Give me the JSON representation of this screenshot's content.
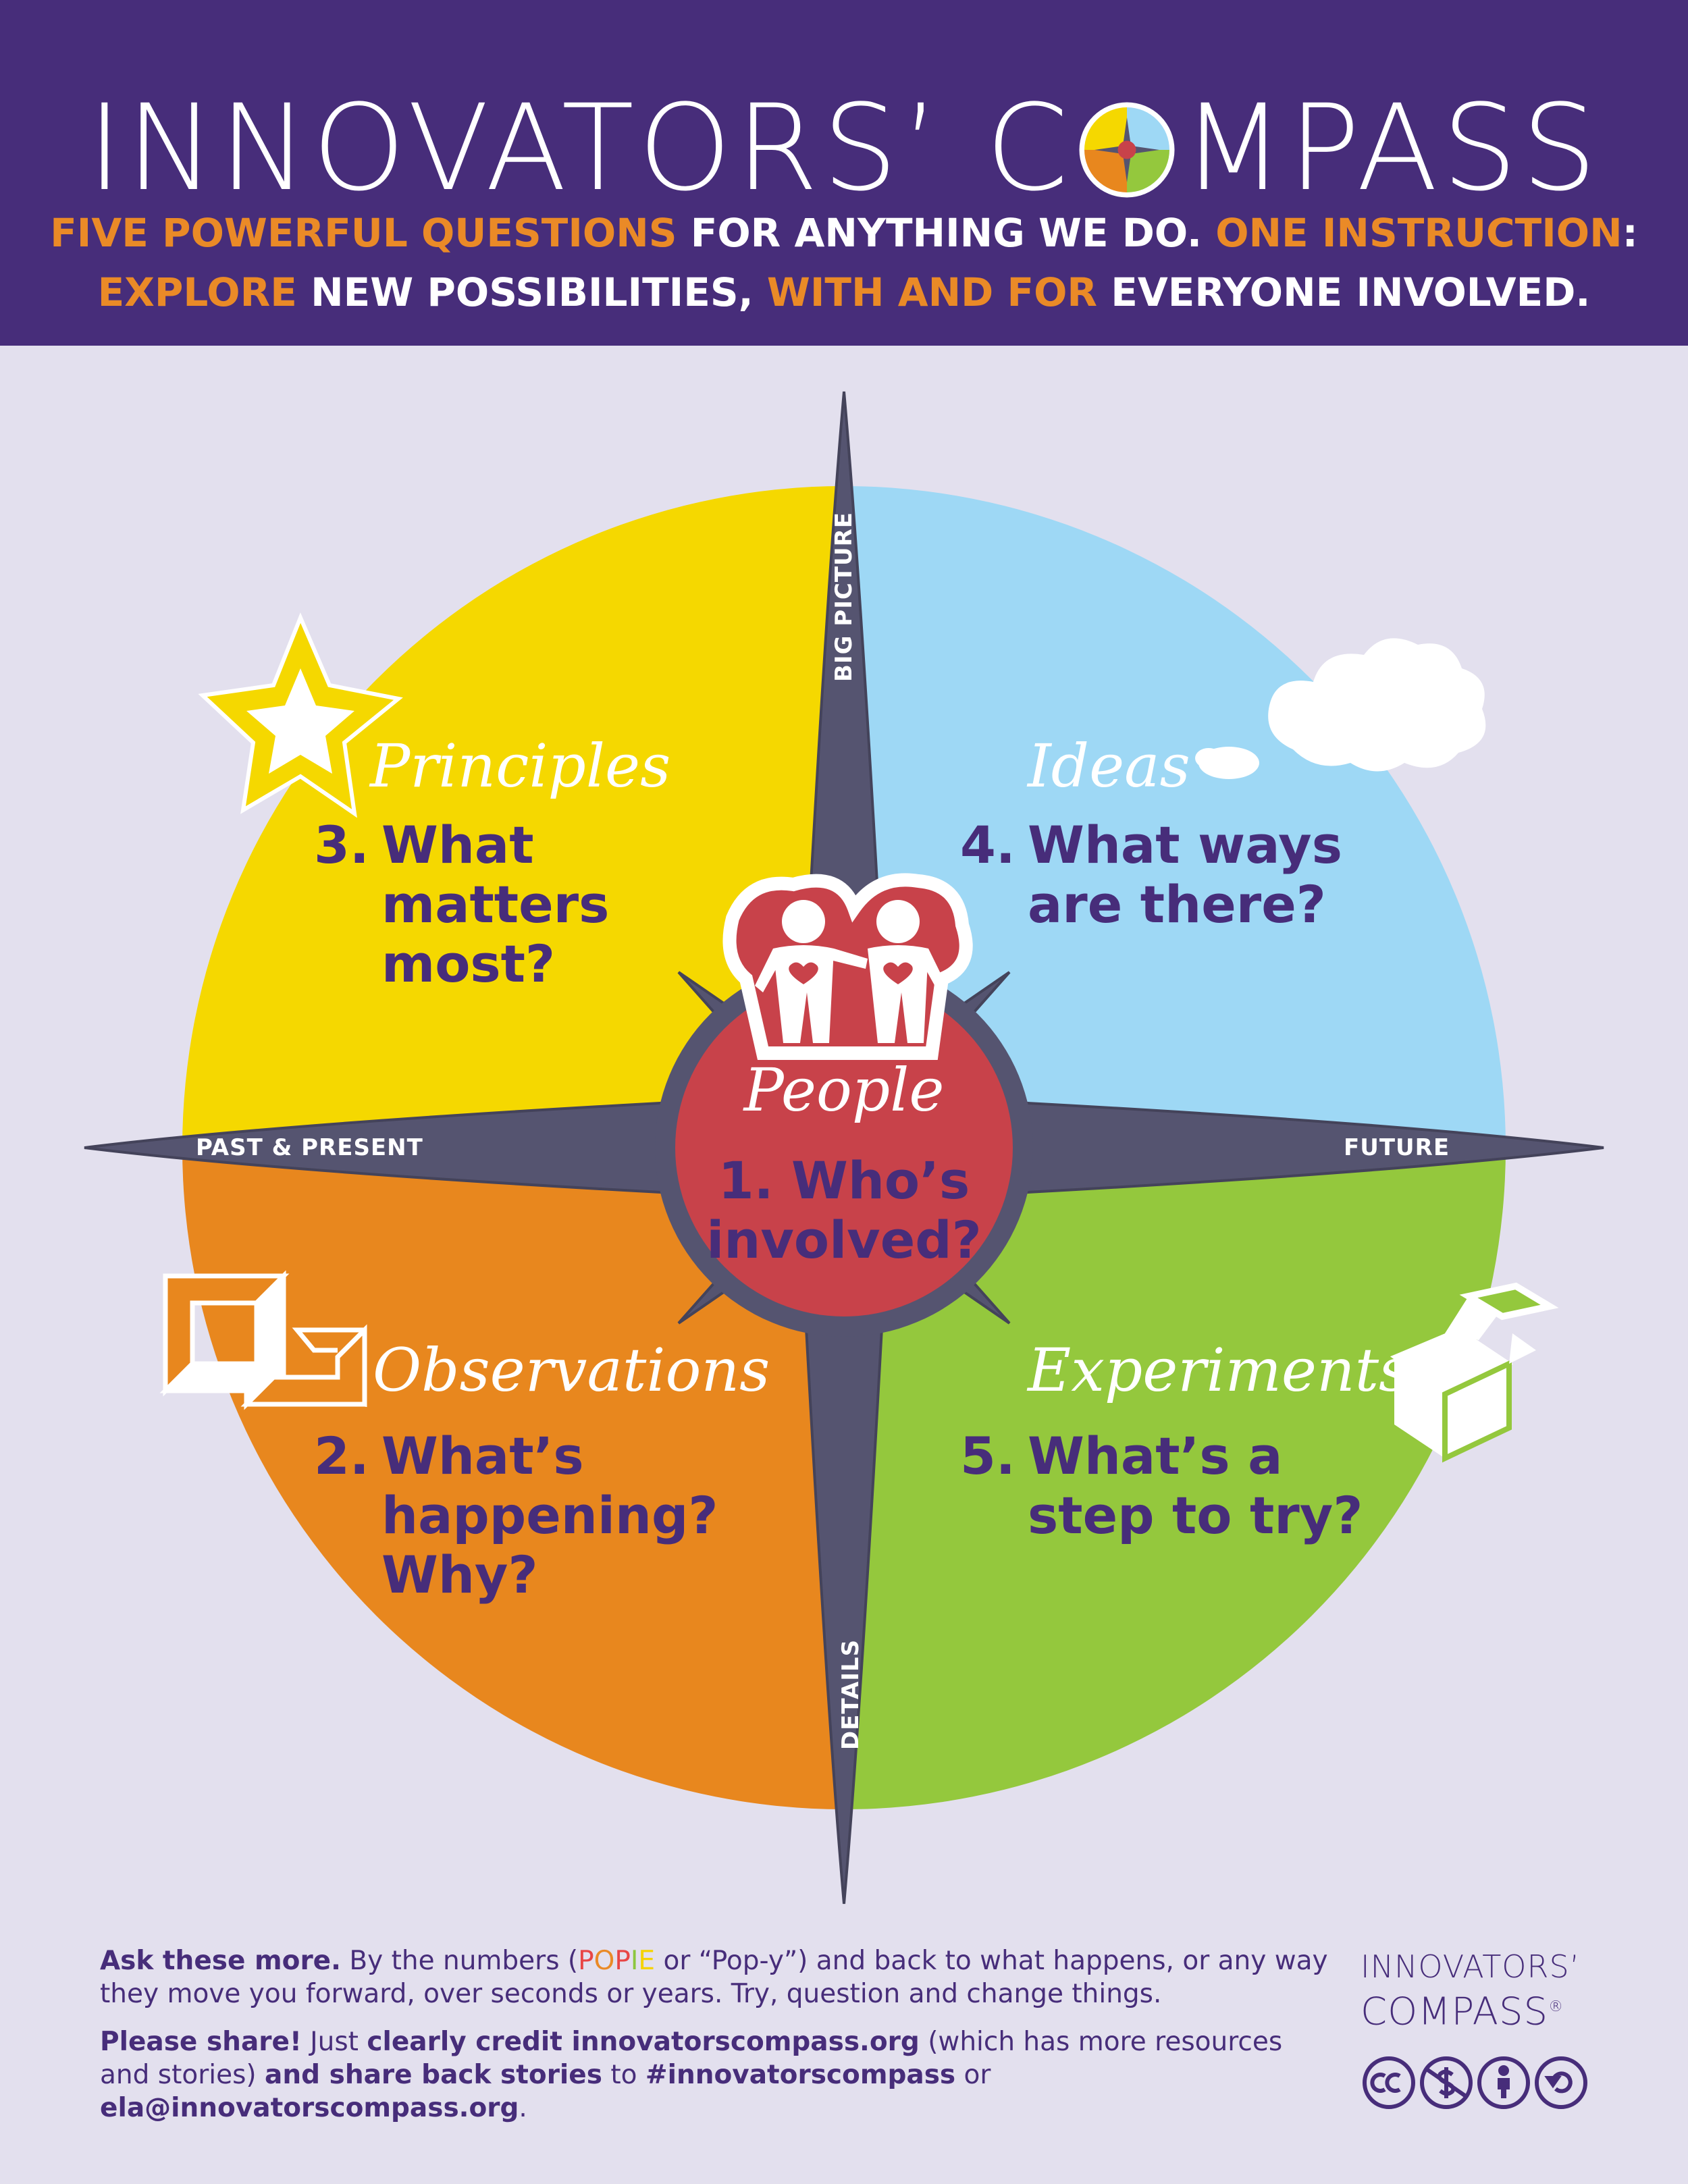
{
  "header": {
    "title_before": "INNOVATORS’ C",
    "title_after": "MPASS",
    "subtitle_line1": [
      {
        "text": "FIVE POWERFUL QUESTIONS",
        "accent": true
      },
      {
        "text": " FOR ANYTHING WE DO. ",
        "accent": false
      },
      {
        "text": "ONE INSTRUCTION",
        "accent": true
      },
      {
        "text": ":",
        "accent": false
      }
    ],
    "subtitle_line2": [
      {
        "text": "EXPLORE",
        "accent": true
      },
      {
        "text": " NEW POSSIBILITIES, ",
        "accent": false
      },
      {
        "text": "WITH AND FOR",
        "accent": true
      },
      {
        "text": " EVERYONE INVOLVED.",
        "accent": false
      }
    ]
  },
  "compass": {
    "axes": {
      "north": "BIG PICTURE",
      "south": "DETAILS",
      "west": "PAST & PRESENT",
      "east": "FUTURE"
    },
    "center": {
      "name": "People",
      "number": "1.",
      "question": "Who’s involved?",
      "icon": "people-hearts-icon"
    },
    "quadrants": {
      "principles": {
        "name": "Principles",
        "number": "3.",
        "question": "What matters most?",
        "icon": "star-icon"
      },
      "ideas": {
        "name": "Ideas",
        "number": "4.",
        "question": "What ways are there?",
        "icon": "cloud-icon"
      },
      "observations": {
        "name": "Observations",
        "number": "2.",
        "question": "What’s happening? Why?",
        "icon": "frame-icon"
      },
      "experiments": {
        "name": "Experiments",
        "number": "5.",
        "question": "What’s a step to try?",
        "icon": "open-box-icon"
      }
    }
  },
  "footer": {
    "ask_bold": "Ask these more.",
    "ask_text1": " By the numbers (",
    "popie": [
      "P",
      "O",
      "P",
      "I",
      "E"
    ],
    "ask_text2": " or “Pop-y”) and back to what happens, or any way they move you forward, over seconds or years. Try, question and change things.",
    "share_bold1": "Please share!",
    "share_text1": " Just ",
    "share_bold2": "clearly credit innovatorscompass.org",
    "share_text2": " (which has more resources and stories) ",
    "share_bold3": "and share back stories",
    "share_text3": " to ",
    "share_bold4": "#innovatorscompass",
    "share_text4": " or ",
    "share_bold5": "ela@innovatorscompass.org",
    "share_text5": ".",
    "logo_line1": "INNOVATORS’",
    "logo_line2": "COMPASS",
    "logo_mark": "®",
    "license_icons": [
      "cc-icon",
      "noncommercial-icon",
      "attribution-icon",
      "share-alike-icon"
    ]
  },
  "colors": {
    "header_bg": "#472d7a",
    "accent": "#ea8a27",
    "principles": "#f5d800",
    "ideas": "#9ed8f5",
    "observations": "#e8871e",
    "experiments": "#94c83d",
    "center": "#c8424a",
    "compass_arms": "#555470",
    "page_bg": "#e3e0ee"
  }
}
